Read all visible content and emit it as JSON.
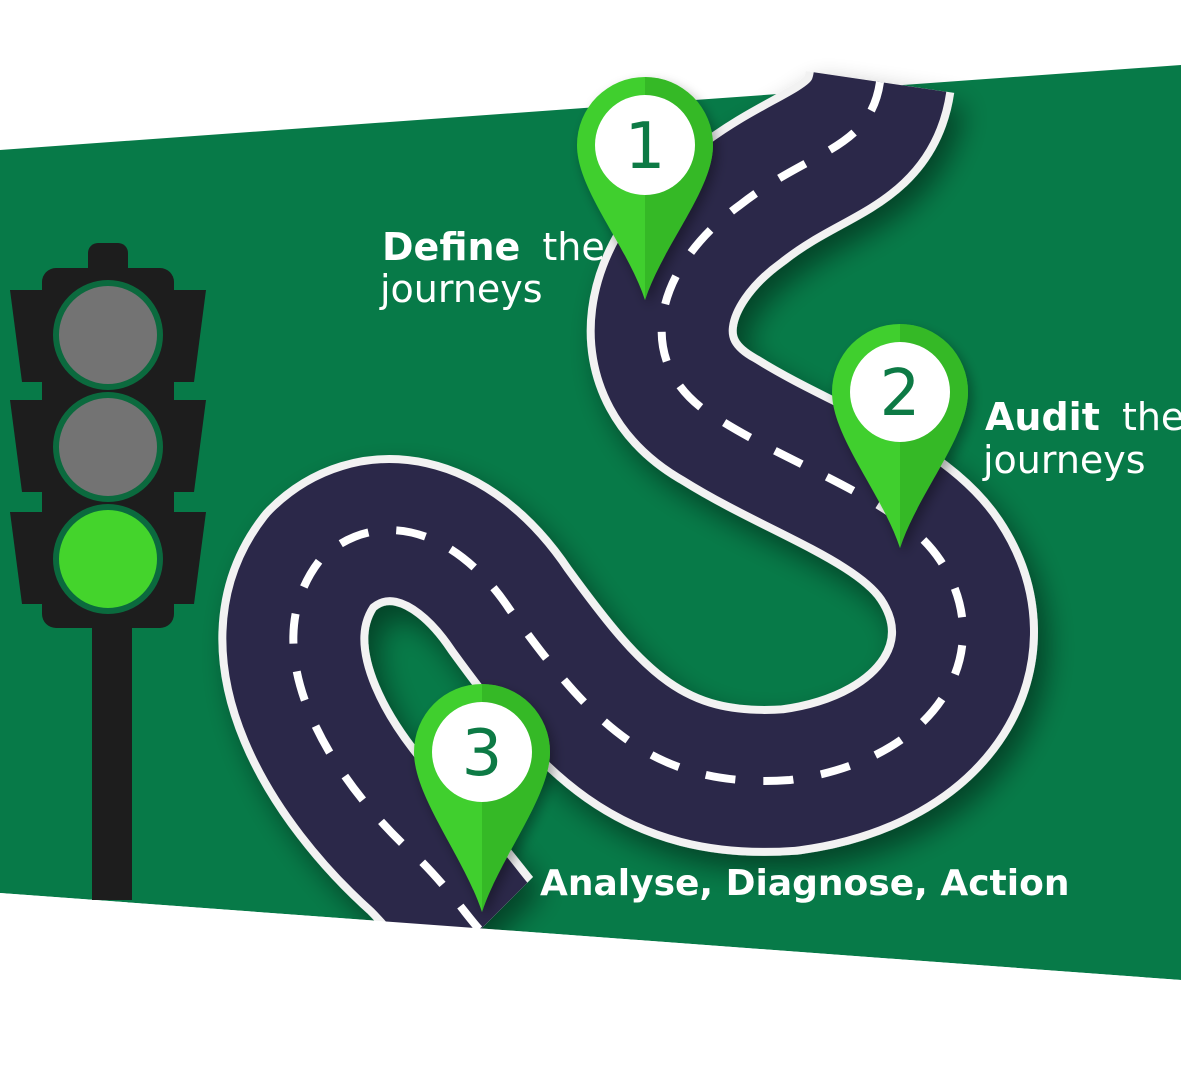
{
  "colors": {
    "background_band": "#077a48",
    "road": "#2b2849",
    "road_edge": "#f2f2f2",
    "pin_green": "#3fcf2f",
    "pin_shadow": "#2ea822",
    "number_text": "#0b7a44",
    "light_off": "#737373",
    "light_on": "#44d42c",
    "signal_body": "#1d1d1d"
  },
  "icons": {
    "traffic_light": "traffic-light-icon",
    "pin": "map-pin-icon"
  },
  "traffic_light": {
    "lights": [
      "off",
      "off",
      "on"
    ]
  },
  "steps": [
    {
      "number": "1",
      "label_bold": "Define",
      "label_rest": "the",
      "label_line2": "journeys"
    },
    {
      "number": "2",
      "label_bold": "Audit",
      "label_rest": "the",
      "label_line2": "journeys"
    },
    {
      "number": "3",
      "label_bold": "Analyse, Diagnose, Action",
      "label_rest": "",
      "label_line2": ""
    }
  ]
}
